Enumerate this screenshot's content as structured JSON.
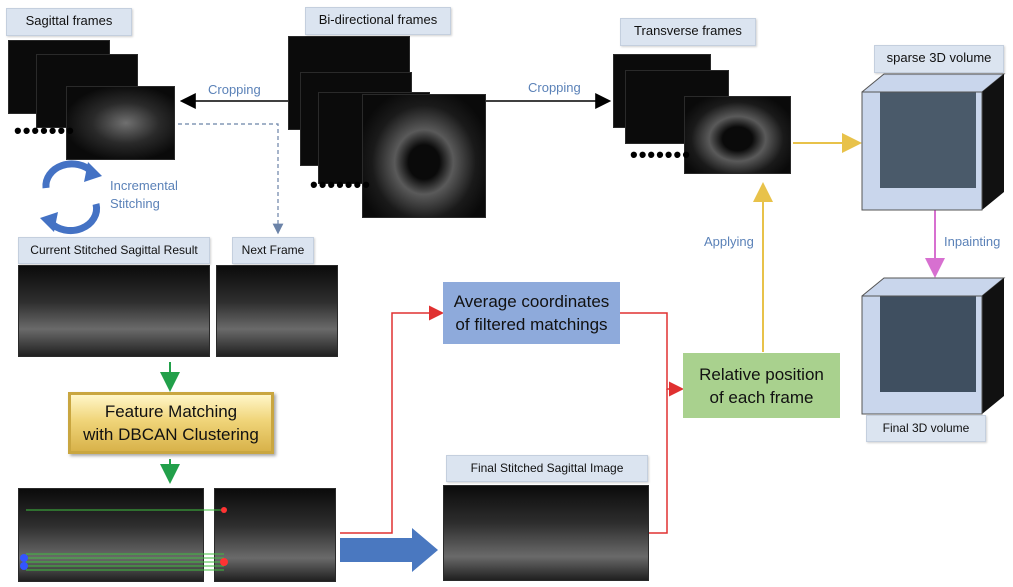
{
  "labels": {
    "sagittal_frames": "Sagittal frames",
    "bidirectional_frames": "Bi-directional frames",
    "transverse_frames": "Transverse frames",
    "sparse_volume": "sparse 3D volume",
    "current_stitched": "Current Stitched Sagittal Result",
    "next_frame": "Next Frame",
    "final_stitched": "Final Stitched Sagittal Image",
    "final_volume": "Final 3D volume"
  },
  "annotations": {
    "cropping_left": "Cropping",
    "cropping_right": "Cropping",
    "incremental_line1": "Incremental",
    "incremental_line2": "Stitching",
    "applying": "Applying",
    "inpainting": "Inpainting"
  },
  "boxes": {
    "feature_matching_line1": "Feature Matching",
    "feature_matching_line2": "with DBCAN Clustering",
    "average_coords_line1": "Average coordinates",
    "average_coords_line2": "of filtered matchings",
    "relative_position_line1": "Relative position",
    "relative_position_line2": "of each frame"
  },
  "ellipsis": "•••••••",
  "colors": {
    "label_bg": "#dbe4f0",
    "blue_text": "#5b82b8",
    "green_arrow": "#22a04a",
    "red_arrow": "#e03030",
    "gold_arrow": "#e8c24a",
    "magenta_arrow": "#d770d0",
    "blue_box": "#8eaadb",
    "green_box": "#a9d18e",
    "cube_face": "#c9d6ec"
  }
}
